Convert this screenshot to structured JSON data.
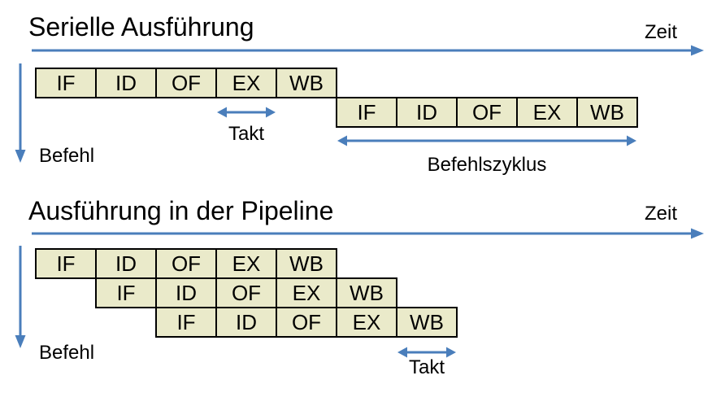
{
  "colors": {
    "accent_blue": "#4A7EBB",
    "box_fill": "#EAEACA",
    "box_border": "#000000",
    "text": "#000000",
    "background": "#FFFFFF"
  },
  "icons": {
    "time_axis": "right-arrow",
    "instruction_axis": "down-arrow",
    "clock_span": "double-headed-arrow",
    "cycle_span": "double-headed-arrow"
  },
  "serial": {
    "title": "Serielle Ausführung",
    "time_axis_label": "Zeit",
    "instruction_axis_label": "Befehl",
    "clock_label": "Takt",
    "cycle_label": "Befehlszyklus",
    "instructions": [
      {
        "stages": [
          "IF",
          "ID",
          "OF",
          "EX",
          "WB"
        ]
      },
      {
        "stages": [
          "IF",
          "ID",
          "OF",
          "EX",
          "WB"
        ]
      }
    ]
  },
  "pipeline": {
    "title": "Ausführung in der Pipeline",
    "time_axis_label": "Zeit",
    "instruction_axis_label": "Befehl",
    "clock_label": "Takt",
    "instructions": [
      {
        "stages": [
          "IF",
          "ID",
          "OF",
          "EX",
          "WB"
        ]
      },
      {
        "stages": [
          "IF",
          "ID",
          "OF",
          "EX",
          "WB"
        ]
      },
      {
        "stages": [
          "IF",
          "ID",
          "OF",
          "EX",
          "WB"
        ]
      }
    ]
  }
}
